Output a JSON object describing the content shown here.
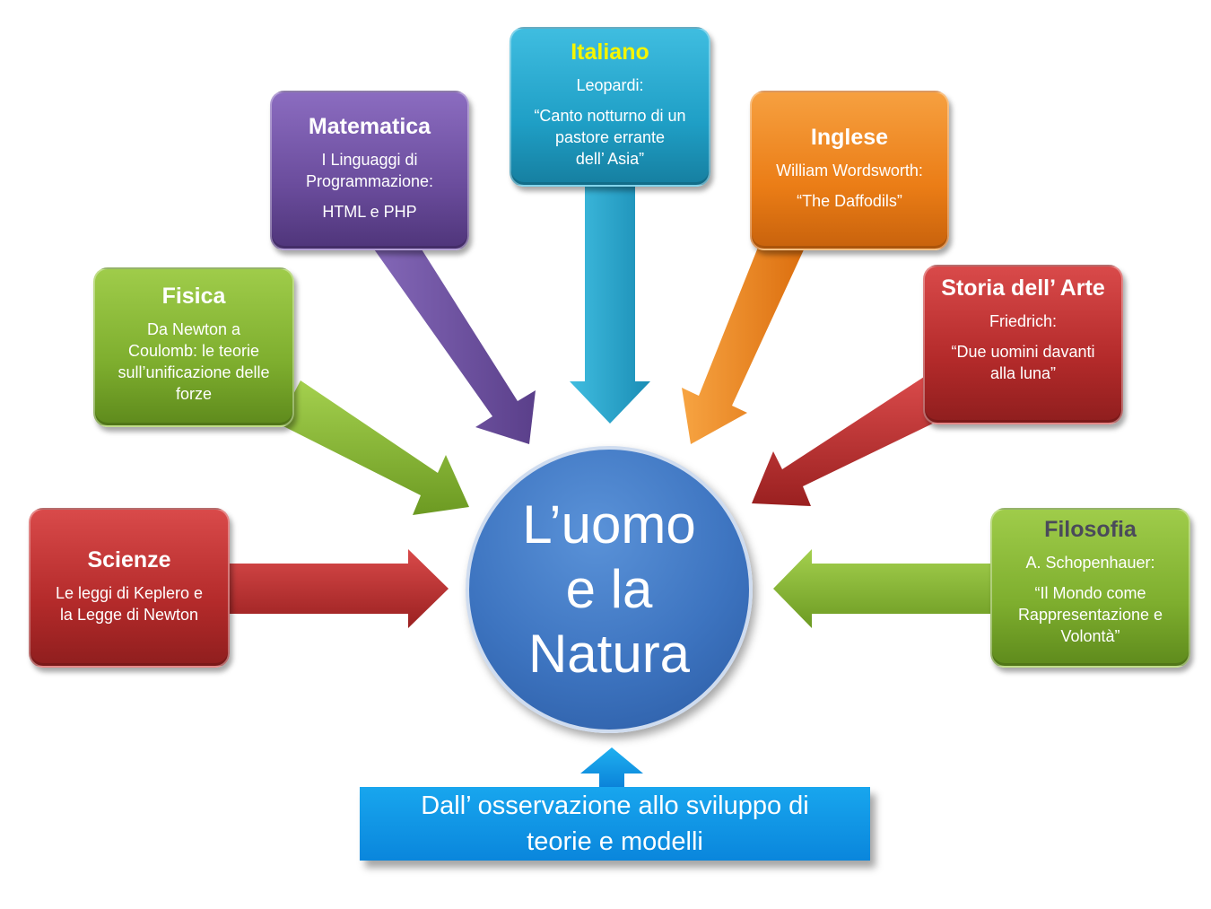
{
  "center": {
    "lines": [
      "L’uomo",
      "e la",
      "Natura"
    ]
  },
  "banner": {
    "lines": [
      "Dall’ osservazione allo sviluppo di",
      "teorie e modelli"
    ]
  },
  "boxes": {
    "scienze": {
      "title": "Scienze",
      "lines": [
        "Le leggi di Keplero  e",
        "la Legge di Newton"
      ]
    },
    "fisica": {
      "title": "Fisica",
      "lines": [
        "Da Newton a",
        "Coulomb: le teorie",
        "sull’unificazione delle",
        "forze"
      ]
    },
    "matematica": {
      "title": "Matematica",
      "lines": [
        "I Linguaggi di",
        "Programmazione:"
      ],
      "extra": "HTML  e PHP"
    },
    "italiano": {
      "title": "Italiano",
      "lines": [
        "Leopardi:"
      ],
      "extra": [
        "“Canto notturno di un",
        "pastore errante",
        "dell’ Asia”"
      ]
    },
    "inglese": {
      "title": "Inglese",
      "lines": [
        "William Wordsworth:"
      ],
      "extra": "“The Daffodils”"
    },
    "storia_arte": {
      "title": "Storia dell’ Arte",
      "lines": [
        "Friedrich:"
      ],
      "extra": [
        "“Due uomini davanti",
        "alla luna”"
      ]
    },
    "filosofia": {
      "title": "Filosofia",
      "lines": [
        "A. Schopenhauer:"
      ],
      "extra": [
        "“Il Mondo come",
        "Rappresentazione e",
        "Volontà”"
      ]
    }
  },
  "colors": {
    "red": "#b32a2a",
    "green": "#7eae2e",
    "purple": "#6a4c9c",
    "cyan": "#1f9fc6",
    "orange": "#eb7d16",
    "blue": "#3d74c0",
    "italiano_title": "#f5f500",
    "filosofia_title": "#4a4a5a"
  }
}
